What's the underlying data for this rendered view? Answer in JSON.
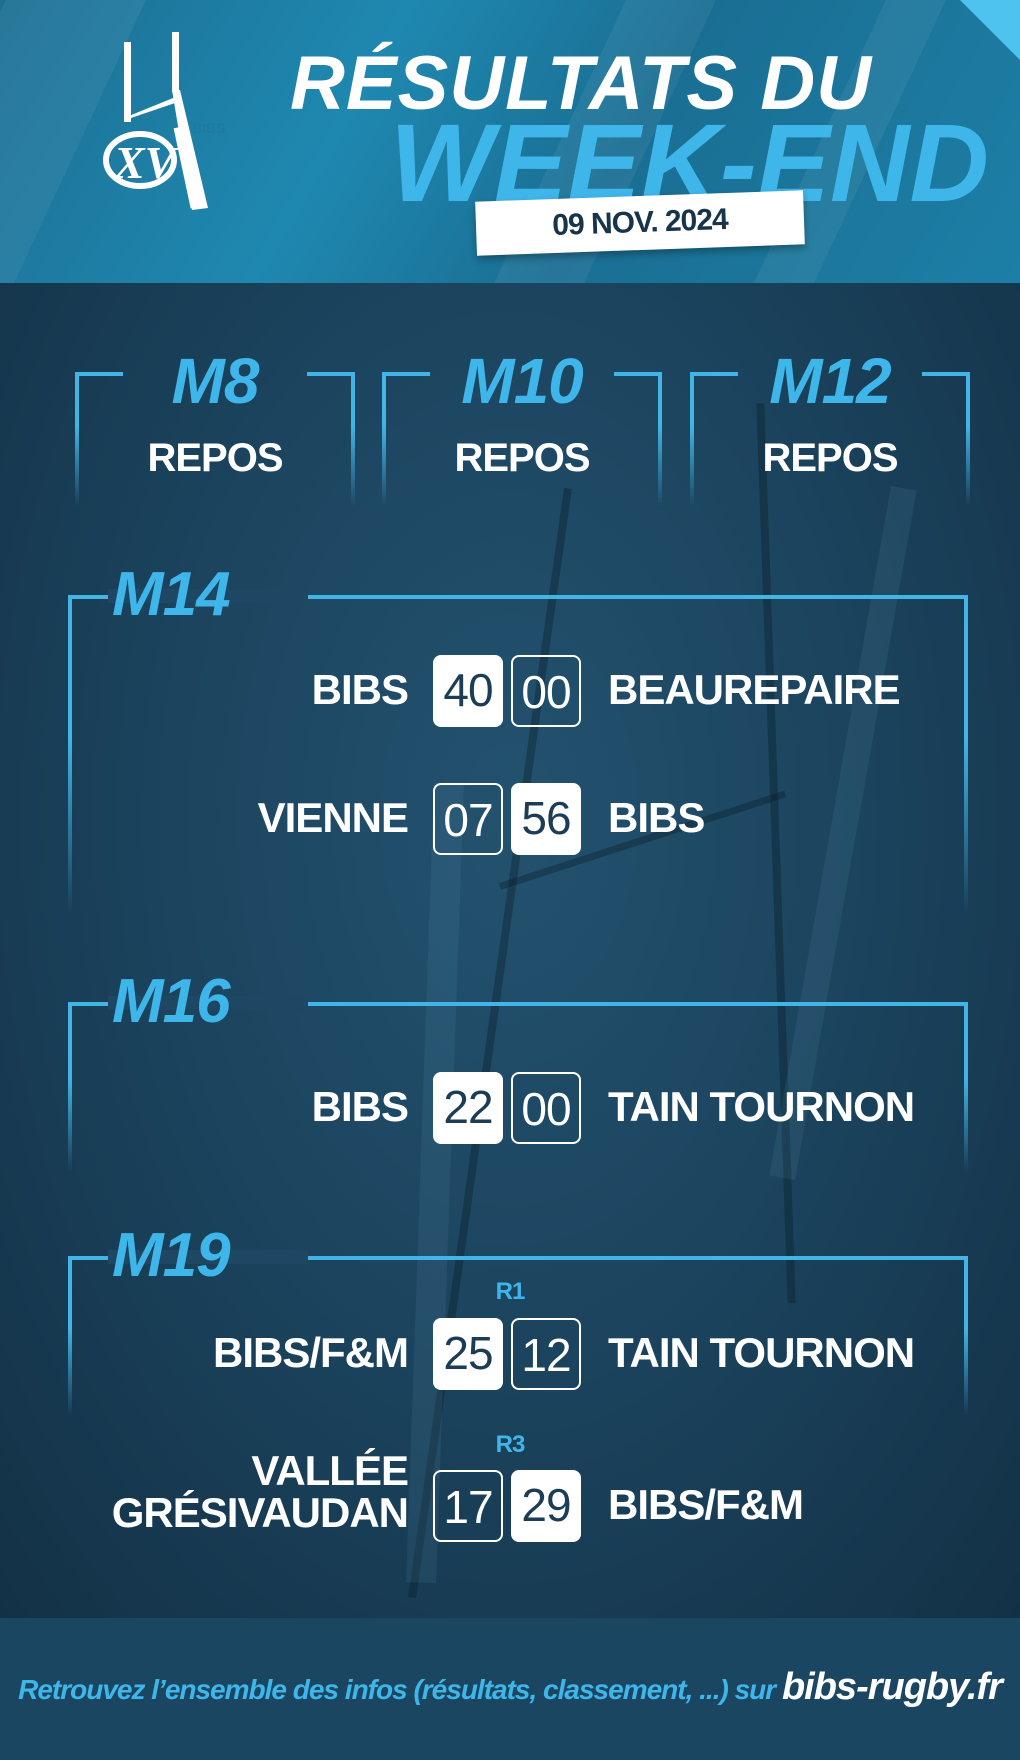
{
  "header": {
    "logo_text": "XV",
    "logo_side_text": "BIBS",
    "title_line1": "RÉSULTATS DU",
    "title_line2": "WEEK-END",
    "date": "09 NOV. 2024"
  },
  "rest_categories": [
    {
      "category": "M8",
      "status": "REPOS"
    },
    {
      "category": "M10",
      "status": "REPOS"
    },
    {
      "category": "M12",
      "status": "REPOS"
    }
  ],
  "sections": {
    "m14": {
      "label": "M14",
      "matches": [
        {
          "home": "BIBS",
          "home_score": "40",
          "away_score": "00",
          "away": "BEAUREPAIRE"
        },
        {
          "home": "VIENNE",
          "home_score": "07",
          "away_score": "56",
          "away": "BIBS"
        }
      ]
    },
    "m16": {
      "label": "M16",
      "matches": [
        {
          "home": "BIBS",
          "home_score": "22",
          "away_score": "00",
          "away": "TAIN TOURNON"
        }
      ]
    },
    "m19": {
      "label": "M19",
      "matches": [
        {
          "round": "R1",
          "home": "BIBS/F&M",
          "home_score": "25",
          "away_score": "12",
          "away": "TAIN TOURNON"
        },
        {
          "round": "R3",
          "home_line1": "VALLÉE",
          "home_line2": "GRÉSIVAUDAN",
          "home_score": "17",
          "away_score": "29",
          "away": "BIBS/F&M"
        }
      ]
    }
  },
  "footer": {
    "text": "Retrouvez l’ensemble des infos (résultats, classement, ...) sur",
    "url": "bibs-rugby.fr"
  },
  "colors": {
    "accent": "#3fb6ea",
    "background": "#173a52",
    "score_box": "#ffffff"
  }
}
